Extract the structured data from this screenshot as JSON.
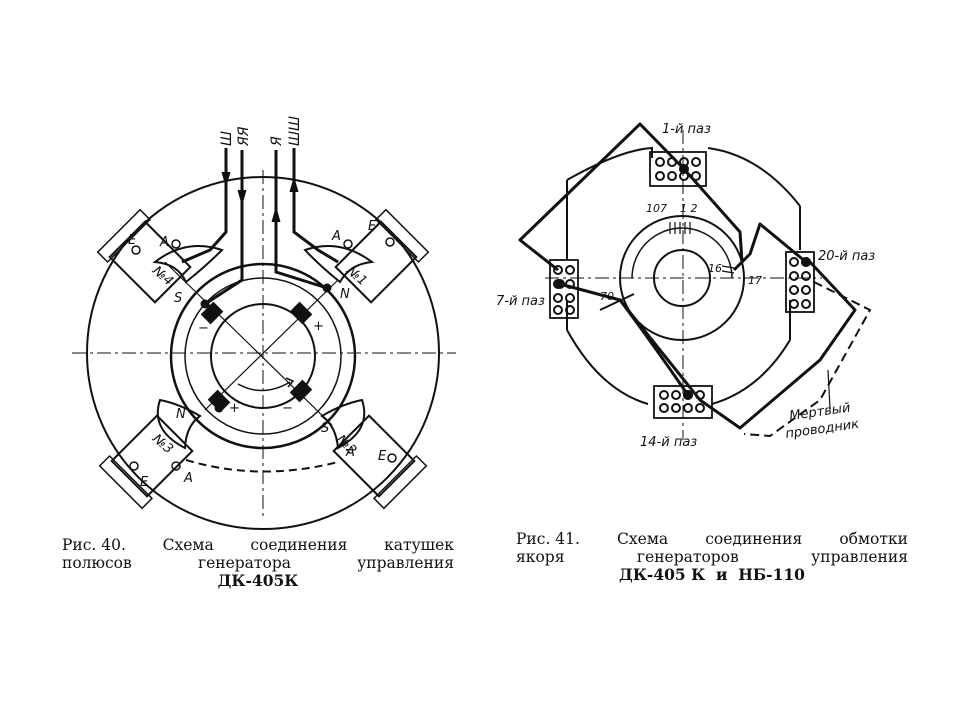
{
  "figure40": {
    "caption": {
      "line1": [
        "Рис. 40.",
        "Схема",
        "соединения",
        "катушек"
      ],
      "line2": [
        "полюсов",
        "генератора",
        "управления"
      ],
      "line3": "ДК-405К"
    },
    "labels": {
      "lead_sh": "Ш",
      "lead_yaya": "ЯЯ",
      "lead_ya": "Я",
      "lead_shsh": "ШШ",
      "pole1": "№1",
      "pole2": "№2",
      "pole3": "№3",
      "pole4": "№4",
      "n_top": "N",
      "s_top": "S",
      "n_bottom": "N",
      "s_bottom": "S",
      "a1": "A",
      "a2": "A",
      "a3": "A",
      "a4": "A",
      "e1": "E",
      "e2": "E",
      "e3": "E",
      "e4": "E",
      "plus_top": "+",
      "minus_top": "−",
      "plus_bottom": "+",
      "minus_bottom": "−"
    }
  },
  "figure41": {
    "caption": {
      "line1": [
        "Рис. 41.",
        "Схема",
        "соединения",
        "обмотки"
      ],
      "line2": [
        "якоря",
        "генераторов",
        "управления"
      ],
      "line3": "ДК-405 К  и  НБ-110"
    },
    "labels": {
      "slot1": "1-й паз",
      "slot7": "7-й паз",
      "slot14": "14-й паз",
      "slot20": "20-й паз",
      "n107": "107",
      "n12": "1 2",
      "n16": "16",
      "n17": "17",
      "n70": "70",
      "dead_line1": "Мертвый",
      "dead_line2": "проводник"
    }
  }
}
